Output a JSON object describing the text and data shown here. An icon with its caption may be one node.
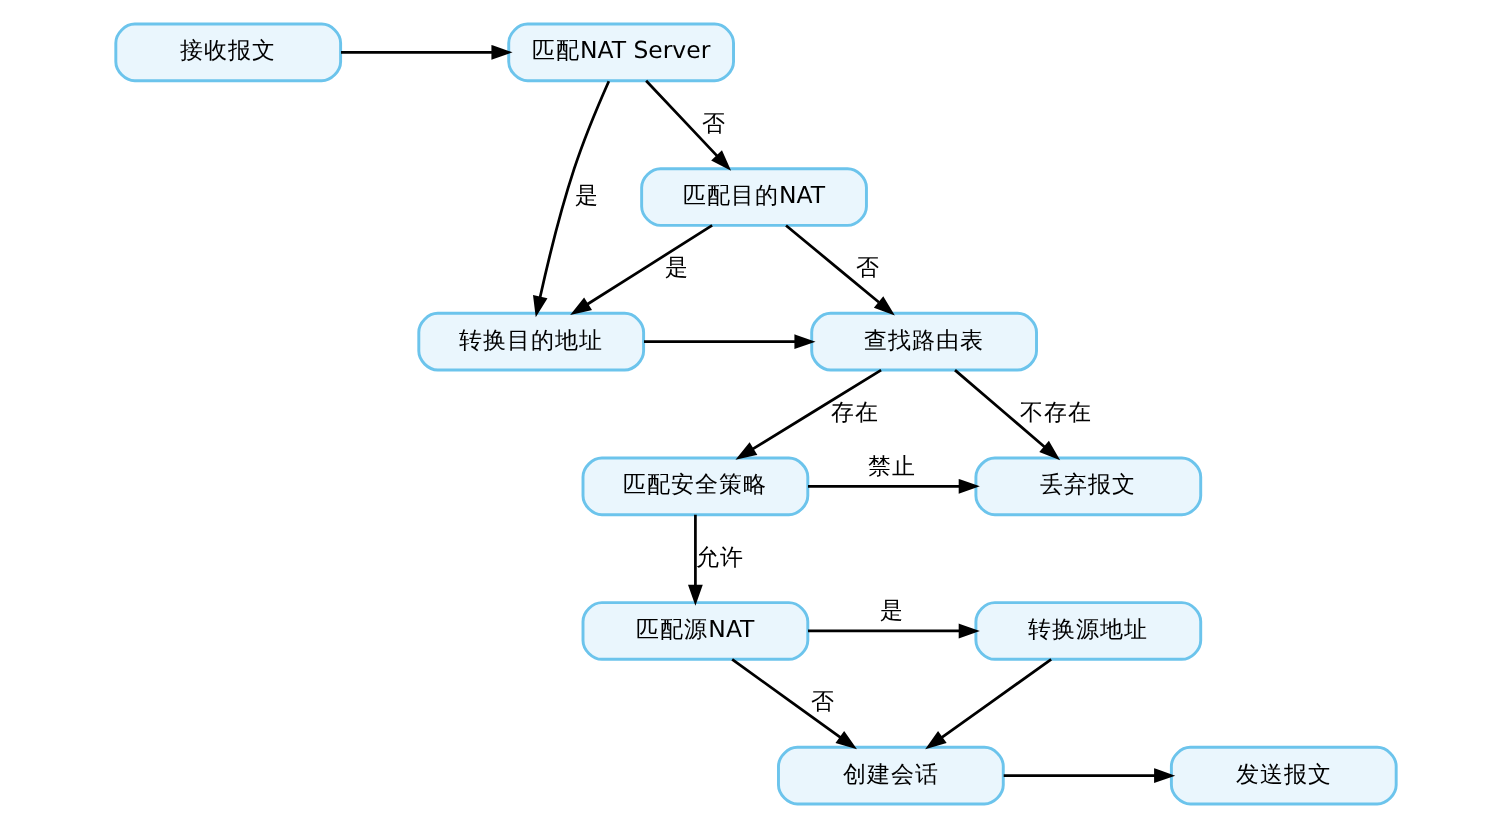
{
  "diagram": {
    "nodes": [
      {
        "text": [
          "接收报文"
        ]
      },
      {
        "text": [
          "匹配NAT Server"
        ]
      },
      {
        "text": [
          "匹配目的NAT"
        ]
      },
      {
        "text": [
          "转换目的地址"
        ]
      },
      {
        "text": [
          "查找路由表"
        ]
      },
      {
        "text": [
          "丢弃报文"
        ]
      },
      {
        "text": [
          "匹配安全策略"
        ]
      },
      {
        "text": [
          "匹配源NAT"
        ]
      },
      {
        "text": [
          "转换源地址"
        ]
      },
      {
        "text": [
          "创建会话"
        ]
      },
      {
        "text": [
          "发送报文"
        ]
      }
    ],
    "edges": [
      {
        "from": 0,
        "to": 1,
        "arrow": "to"
      },
      {
        "from": 1,
        "to": 2,
        "arrow": "to",
        "label": "否"
      },
      {
        "from": 1,
        "to": 3,
        "arrow": "to",
        "label": "是"
      },
      {
        "from": 2,
        "to": 3,
        "arrow": "to",
        "label": "是"
      },
      {
        "from": 2,
        "to": 4,
        "arrow": "to",
        "label": "否"
      },
      {
        "from": 3,
        "to": 4,
        "arrow": "to"
      },
      {
        "from": 4,
        "to": 5,
        "arrow": "to",
        "label": "不存在"
      },
      {
        "from": 4,
        "to": 6,
        "arrow": "to",
        "label": "存在"
      },
      {
        "from": 6,
        "to": 5,
        "arrow": "to",
        "label": "禁止"
      },
      {
        "from": 6,
        "to": 7,
        "arrow": "to",
        "label": "允许"
      },
      {
        "from": 7,
        "to": 8,
        "arrow": "to",
        "label": "是"
      },
      {
        "from": 7,
        "to": 9,
        "arrow": "to",
        "label": "否"
      },
      {
        "from": 8,
        "to": 9,
        "arrow": "to"
      },
      {
        "from": 9,
        "to": 10,
        "arrow": "to"
      }
    ]
  }
}
